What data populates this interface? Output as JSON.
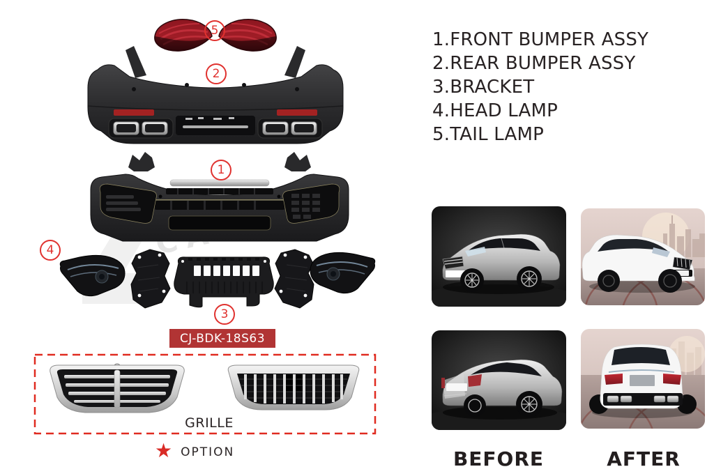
{
  "watermark": {
    "text": "CARB"
  },
  "callouts": {
    "front_bumper": "1",
    "rear_bumper": "2",
    "bracket": "3",
    "head_lamp": "4",
    "tail_lamp": "5"
  },
  "parts_list": {
    "items": [
      "1.FRONT BUMPER ASSY",
      "2.REAR BUMPER ASSY",
      "3.BRACKET",
      "4.HEAD LAMP",
      "5.TAIL LAMP"
    ]
  },
  "part_number_badge": {
    "text": "CJ-BDK-18S63",
    "bg": "#b13434",
    "fg": "#ffffff"
  },
  "grille_section": {
    "label": "GRILLE",
    "border_color": "#e02b20"
  },
  "option": {
    "star": "★",
    "label": "OPTION",
    "star_color": "#d92b26"
  },
  "comparison": {
    "before": "BEFORE",
    "after": "AFTER"
  },
  "colors": {
    "callout_red": "#e0312e",
    "text_dark": "#262122",
    "tail_lamp_red": "#8c1620",
    "chrome": "#d8d8d8"
  }
}
